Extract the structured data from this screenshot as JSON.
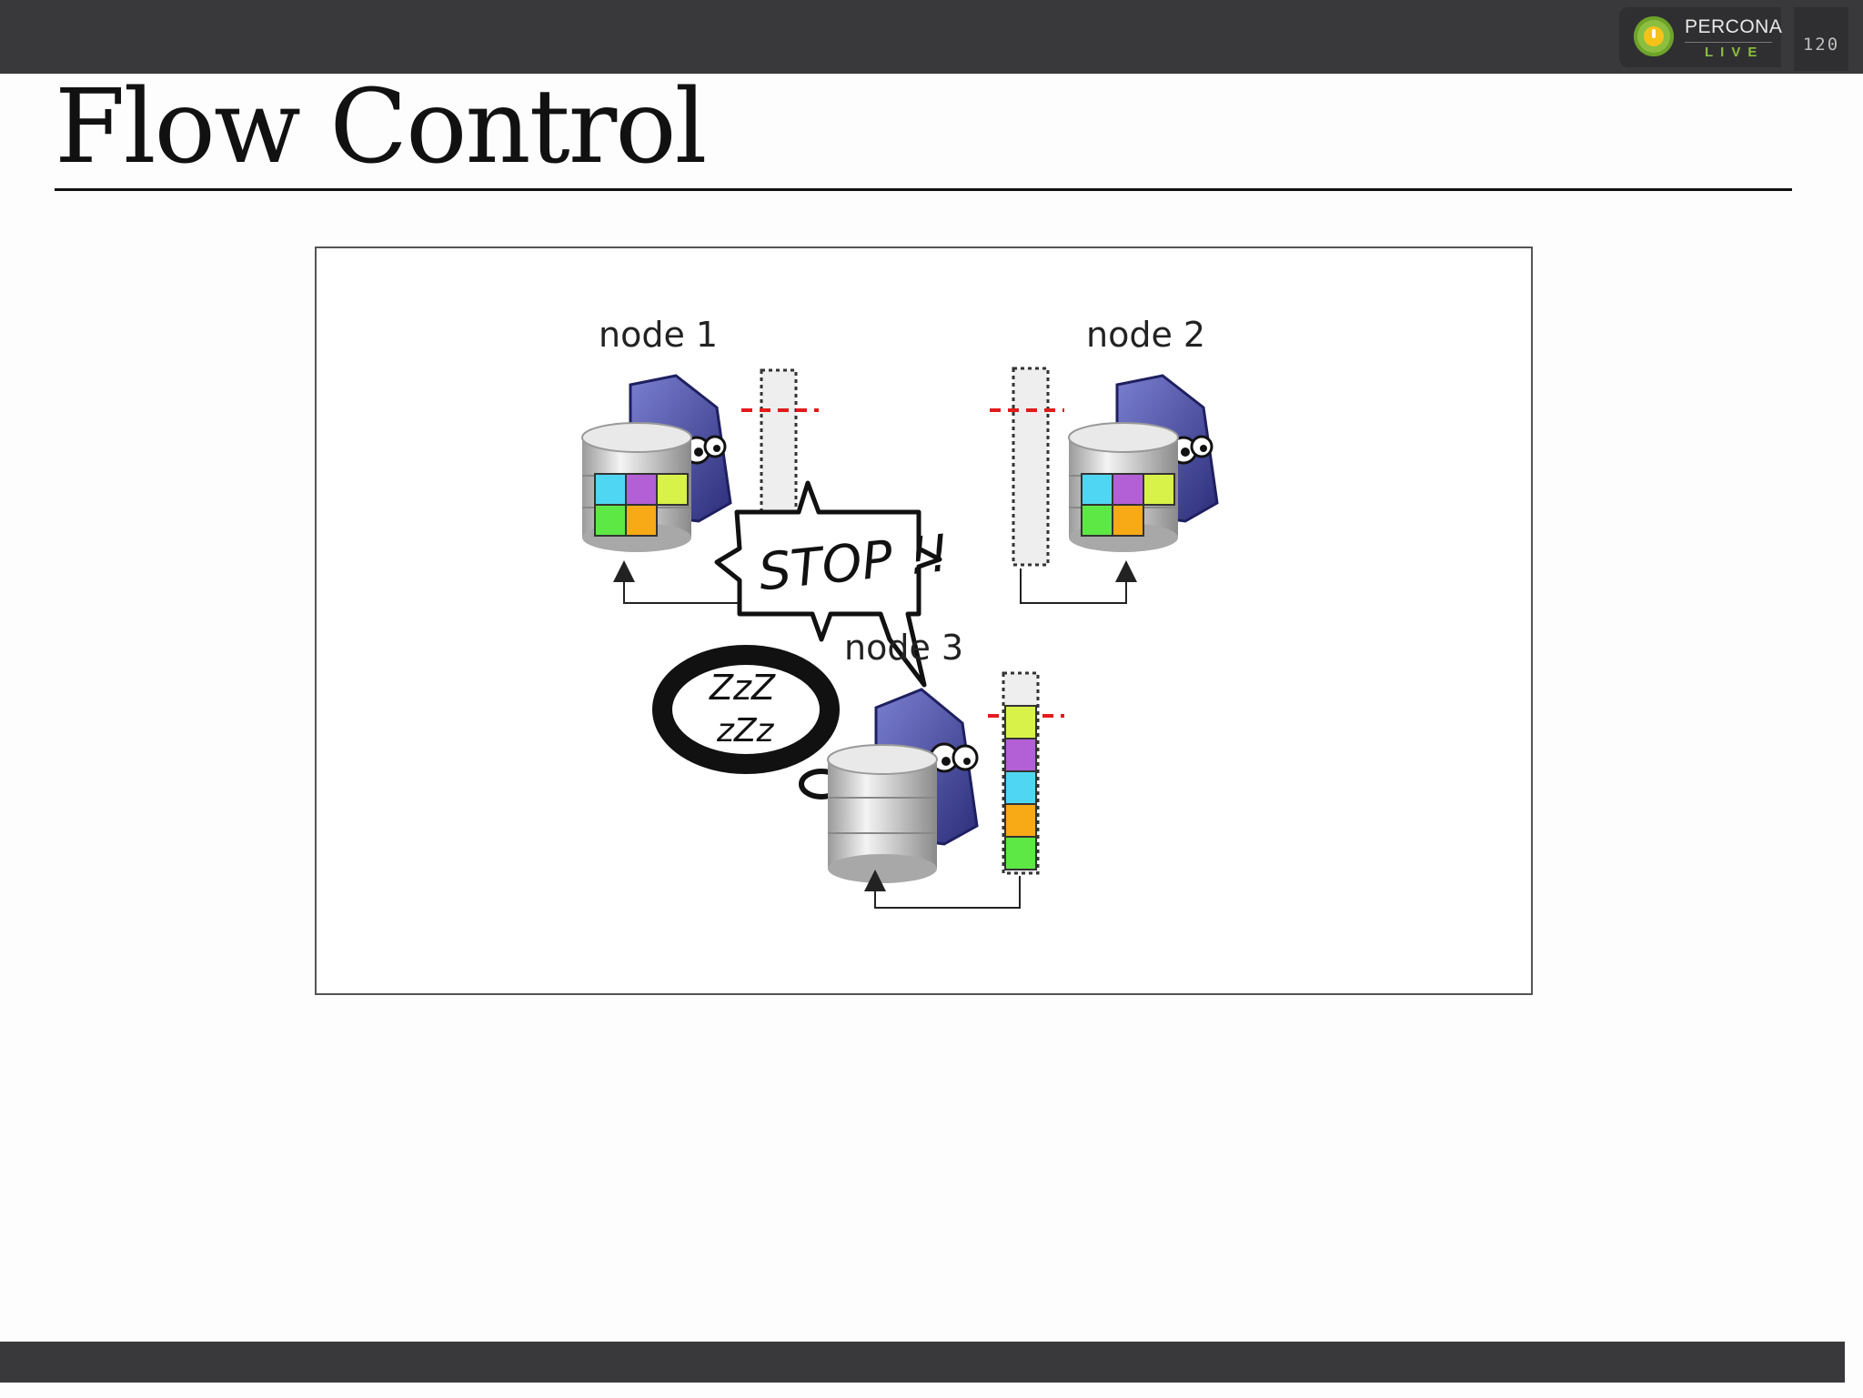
{
  "header": {
    "logo_name": "PERCONA",
    "logo_sub": "LIVE",
    "page_number": "120"
  },
  "slide": {
    "title": "Flow Control"
  },
  "diagram": {
    "nodes": [
      {
        "label": "node 1"
      },
      {
        "label": "node 2"
      },
      {
        "label": "node 3"
      }
    ],
    "stop_text": "STOP !!",
    "sleep_text_line1": "ZzZ",
    "sleep_text_line2": "zZz",
    "queue_colors": [
      "#d9f24a",
      "#b35fd6",
      "#4fd6f2",
      "#f7a916",
      "#5ee845"
    ],
    "tile_colors": [
      "#4fd6f2",
      "#b35fd6",
      "#d9f24a",
      "#5ee845",
      "#f7a916"
    ]
  }
}
